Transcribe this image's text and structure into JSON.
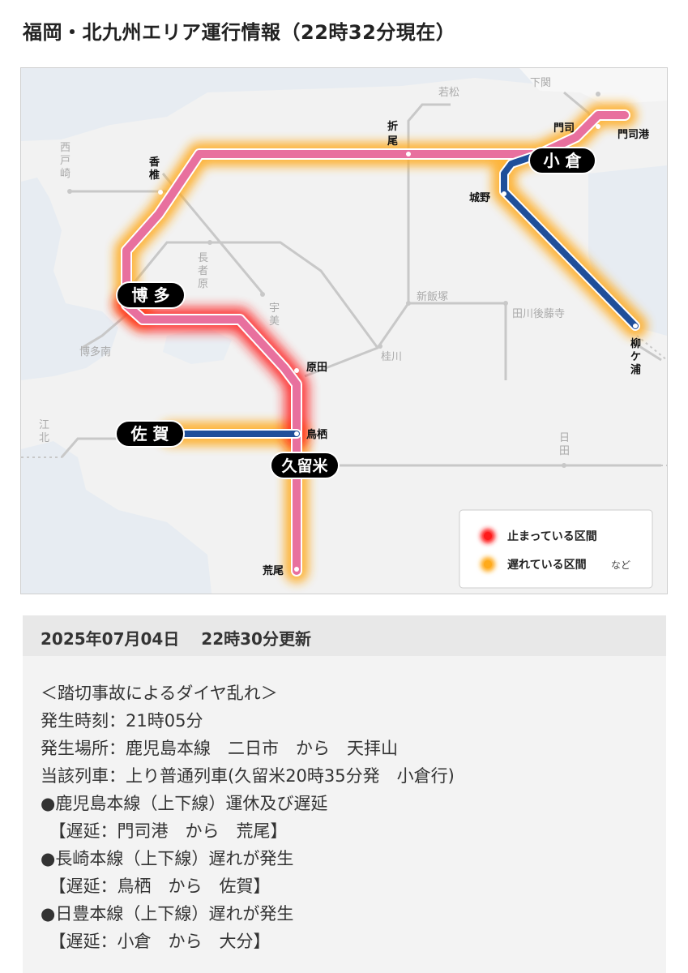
{
  "header": {
    "title": "福岡・北九州エリア運行情報（22時32分現在）"
  },
  "map": {
    "stations": {
      "kokura": "小 倉",
      "hakata": "博 多",
      "saga": "佐 賀",
      "kurume": "久留米",
      "mojiko": "門司港",
      "moji": "門司",
      "jono": "城野",
      "yanagaura_1": "柳",
      "yanagaura_2": "ケ",
      "yanagaura_3": "浦",
      "orio_1": "折",
      "orio_2": "尾",
      "kashii_1": "香",
      "kashii_2": "椎",
      "harada": "原田",
      "tosu": "鳥栖",
      "arao": "荒尾",
      "wakamatsu": "若松",
      "shimonoseki": "下関",
      "nishitozaki_1": "西",
      "nishitozaki_2": "戸",
      "nishitozaki_3": "崎",
      "nagaharu_1": "長",
      "nagaharu_2": "者",
      "nagaharu_3": "原",
      "umi_1": "宇",
      "umi_2": "美",
      "shiniizuka": "新飯塚",
      "tagawagotoji": "田川後藤寺",
      "keisen": "桂川",
      "hakataminami": "博多南",
      "kouhoku_1": "江",
      "kouhoku_2": "北",
      "hita_1": "日",
      "hita_2": "田"
    },
    "legend": {
      "stopped_label": "止まっている区間",
      "delayed_label": "遅れている区間",
      "delayed_suffix": "など",
      "stopped_color": "#ff1a1a",
      "delayed_color": "#ffaa1a"
    },
    "colors": {
      "kagoshima_line": "#e8709e",
      "other_line": "#1f4f9a",
      "inactive_line": "#c8c8c8",
      "sea": "#e7ecf2",
      "land": "#f2f2f2"
    }
  },
  "update": {
    "text": "2025年07月04日　 22時30分更新"
  },
  "info": {
    "lines": [
      "＜踏切事故によるダイヤ乱れ＞",
      "発生時刻：21時05分",
      "発生場所：鹿児島本線　二日市　から　天拝山",
      "当該列車：上り普通列車(久留米20時35分発　小倉行)",
      "●鹿児島本線（上下線）運休及び遅延",
      "　【遅延：門司港　から　荒尾】",
      "●長崎本線（上下線）遅れが発生",
      "　【遅延：鳥栖　から　佐賀】",
      "●日豊本線（上下線）遅れが発生",
      "　【遅延：小倉　から　大分】"
    ]
  }
}
